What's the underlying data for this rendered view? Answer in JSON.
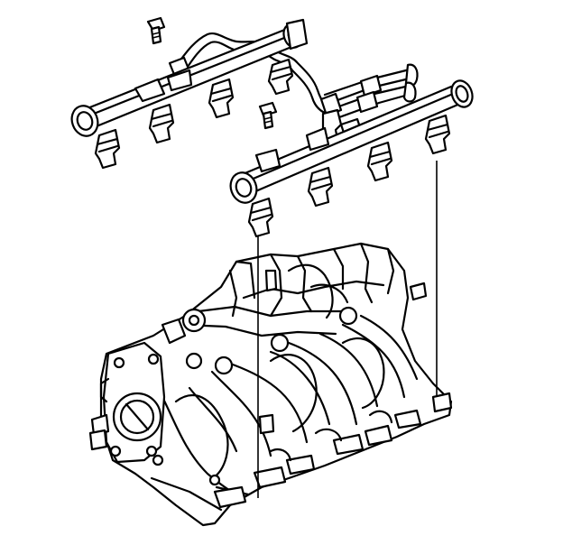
{
  "diagram": {
    "labels": [],
    "parts": [
      "upper-fuel-rail",
      "lower-fuel-rail",
      "fuel-crossover-pipe",
      "fuel-inlet-pipes",
      "fuel-injector",
      "fuel-rail-bolt",
      "intake-manifold",
      "throttle-body",
      "alignment-guide-line"
    ],
    "colors": {
      "line": "#000000",
      "background": "#ffffff"
    }
  }
}
